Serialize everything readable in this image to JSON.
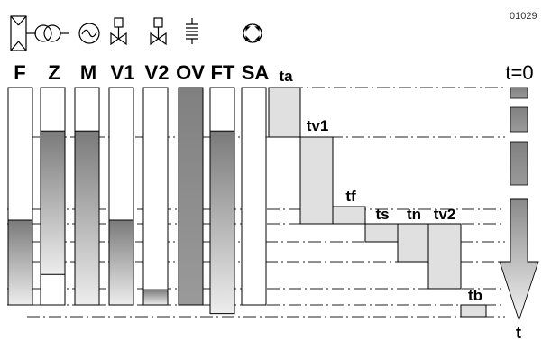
{
  "figure_id": "01029",
  "columns": [
    {
      "label": "F",
      "icon": "sensor-box-icon",
      "fill_start": 0.61,
      "fill_end": 1.0
    },
    {
      "label": "Z",
      "icon": "transformer-icon",
      "fill_start": 0.2,
      "fill_end": 0.86
    },
    {
      "label": "M",
      "icon": "generator-icon",
      "fill_start": 0.2,
      "fill_end": 1.0
    },
    {
      "label": "V1",
      "icon": "valve-icon",
      "fill_start": 0.61,
      "fill_end": 1.0
    },
    {
      "label": "V2",
      "icon": "valve-icon",
      "fill_start": 0.93,
      "fill_end": 1.0
    },
    {
      "label": "OV",
      "icon": "heater-icon",
      "fill_start": 0.0,
      "fill_end": 1.0
    },
    {
      "label": "FT",
      "icon": "",
      "fill_start": 0.2,
      "fill_end": 1.04
    },
    {
      "label": "SA",
      "icon": "signal-lamp-icon",
      "fill_start": null,
      "fill_end": null
    }
  ],
  "steps": [
    {
      "label": "ta"
    },
    {
      "label": "tv1"
    },
    {
      "label": "tf"
    },
    {
      "label": "ts"
    },
    {
      "label": "tn"
    },
    {
      "label": "tv2"
    },
    {
      "label": "tb"
    }
  ],
  "time_arrow": {
    "start_label": "t=0",
    "end_label": "t"
  }
}
